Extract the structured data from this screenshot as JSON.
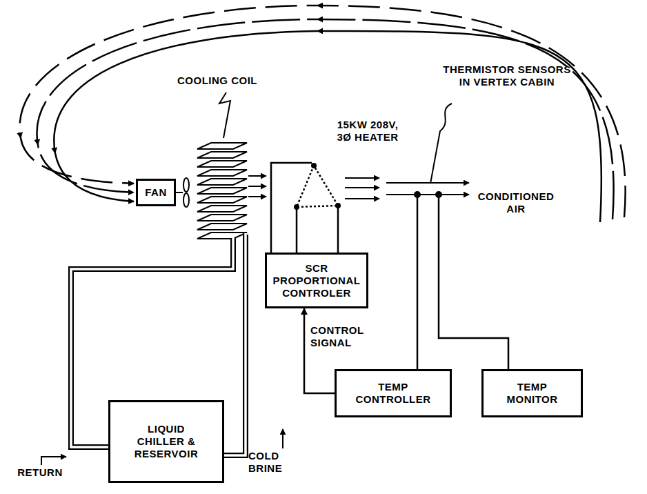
{
  "diagram": {
    "nodes": [
      {
        "text": [
          "FAN"
        ]
      },
      {
        "text": [
          "SCR PROPORTIONAL CONTROLER"
        ]
      },
      {
        "text": [
          "TEMP CONTROLLER"
        ]
      },
      {
        "text": [
          "TEMP MONITOR"
        ]
      },
      {
        "text": [
          "LIQUID CHILLER & RESERVOIR"
        ]
      }
    ],
    "edges": [
      {
        "from": 2,
        "to": 1,
        "arrow": "to",
        "label": "CONTROL SIGNAL"
      }
    ],
    "labels": [
      "COOLING COIL",
      "15KW 208V, 3Ø HEATER",
      "THERMISTOR SENSORS IN VERTEX CABIN",
      "CONDITIONED AIR",
      "RETURN",
      "COLD BRINE"
    ]
  }
}
